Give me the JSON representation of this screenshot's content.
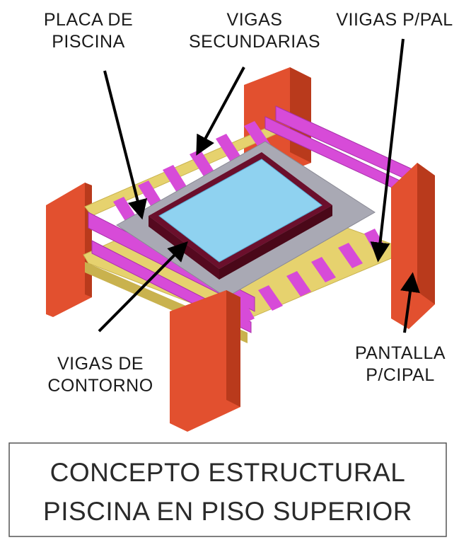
{
  "labels": {
    "placa_line1": "PLACA DE",
    "placa_line2": "PISCINA",
    "vigas_sec_line1": "VIGAS",
    "vigas_sec_line2": "SECUNDARIAS",
    "vigas_ppal": "VIIGAS P/PAL",
    "vigas_cont_line1": "VIGAS DE",
    "vigas_cont_line2": "CONTORNO",
    "pantalla_line1": "PANTALLA",
    "pantalla_line2": "P/CIPAL"
  },
  "title": {
    "line1": "CONCEPTO ESTRUCTURAL",
    "line2": "PISCINA EN PISO SUPERIOR"
  },
  "colors": {
    "column": "#e2502f",
    "column_side": "#b93a1c",
    "main_beam": "#e6d26e",
    "main_beam_side": "#c9b24e",
    "secondary_beam": "#d74bd8",
    "secondary_beam_side": "#a832aa",
    "slab": "#a9a9b4",
    "pool_rim": "#6b0f2c",
    "pool_water": "#8fd2f0",
    "arrow": "#000000"
  }
}
